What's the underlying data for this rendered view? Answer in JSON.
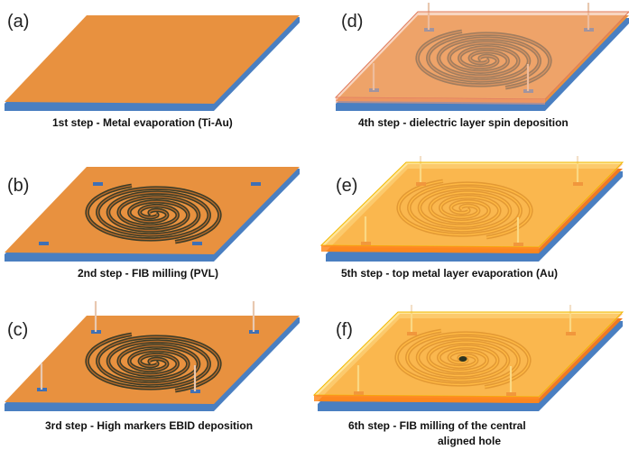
{
  "panels": [
    {
      "letter": "(a)",
      "caption_lines": [
        "1st step - Metal evaporation (Ti-Au)"
      ]
    },
    {
      "letter": "(b)",
      "caption_lines": [
        "2nd step - FIB milling (PVL)"
      ]
    },
    {
      "letter": "(c)",
      "caption_lines": [
        "3rd step - High markers EBID deposition"
      ]
    },
    {
      "letter": "(d)",
      "caption_lines": [
        "4th step - dielectric layer spin deposition"
      ]
    },
    {
      "letter": "(e)",
      "caption_lines": [
        "5th step - top metal layer evaporation (Au)"
      ]
    },
    {
      "letter": "(f)",
      "caption_lines": [
        "6th step - FIB milling of the central",
        "aligned hole"
      ]
    }
  ],
  "colors": {
    "substrate_blue": "#4a7fc1",
    "metal_orange": "#e8913f",
    "spiral_dark": "#3c3c28",
    "dielectric_pink": "#f3b28c",
    "top_gold": "#ffd24a",
    "marker_blue": "#3f70b5",
    "pillar": "#e8c8b0"
  }
}
